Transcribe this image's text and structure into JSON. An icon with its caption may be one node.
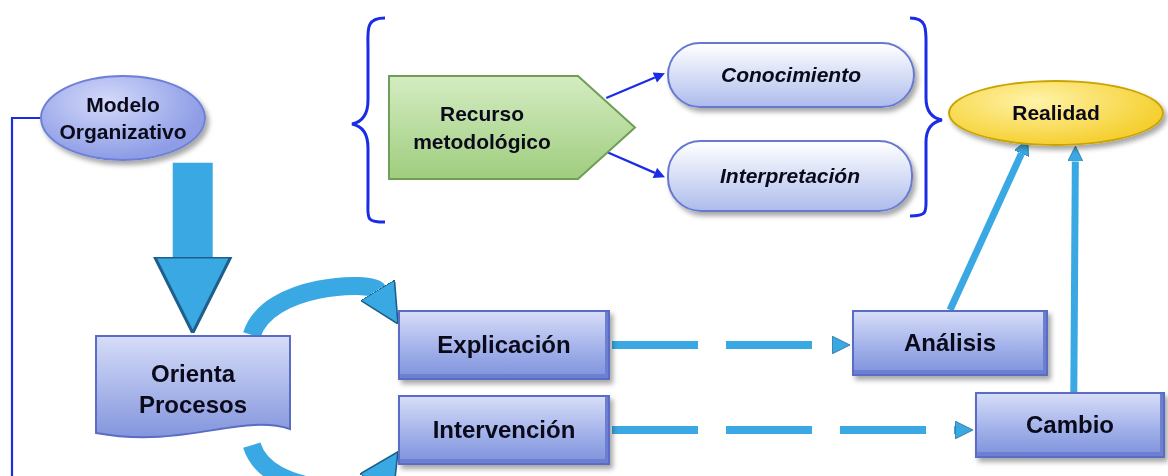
{
  "diagram": {
    "nodes": [
      {
        "text": [
          "Modelo Organizativo"
        ]
      },
      {
        "text": [
          "Recurso metodológico"
        ]
      },
      {
        "text": [
          "Conocimiento"
        ]
      },
      {
        "text": [
          "Interpretación"
        ]
      },
      {
        "text": [
          "Realidad"
        ]
      },
      {
        "text": [
          "Orienta Procesos"
        ]
      },
      {
        "text": [
          "Explicación"
        ]
      },
      {
        "text": [
          "Intervención"
        ]
      },
      {
        "text": [
          "Análisis"
        ]
      },
      {
        "text": [
          "Cambio"
        ]
      }
    ],
    "edges": [
      {
        "from": 0,
        "to": 5,
        "arrow": "to",
        "style": "thick"
      },
      {
        "from": 1,
        "to": 2,
        "arrow": "to",
        "color": "#1a2ce6"
      },
      {
        "from": 1,
        "to": 3,
        "arrow": "to",
        "color": "#1a2ce6"
      },
      {
        "from": 5,
        "to": 6,
        "arrow": "to",
        "style": "thick"
      },
      {
        "from": 5,
        "to": 7,
        "arrow": "to",
        "style": "thick"
      },
      {
        "from": 6,
        "to": 8,
        "arrow": "to",
        "style": "dashed"
      },
      {
        "from": 7,
        "to": 9,
        "arrow": "to",
        "style": "dashed"
      },
      {
        "from": 8,
        "to": 4,
        "arrow": "to"
      },
      {
        "from": 9,
        "to": 4,
        "arrow": "to"
      },
      {
        "from": 0,
        "to": null,
        "arrow": "none",
        "color": "#1a2ce6"
      }
    ]
  }
}
